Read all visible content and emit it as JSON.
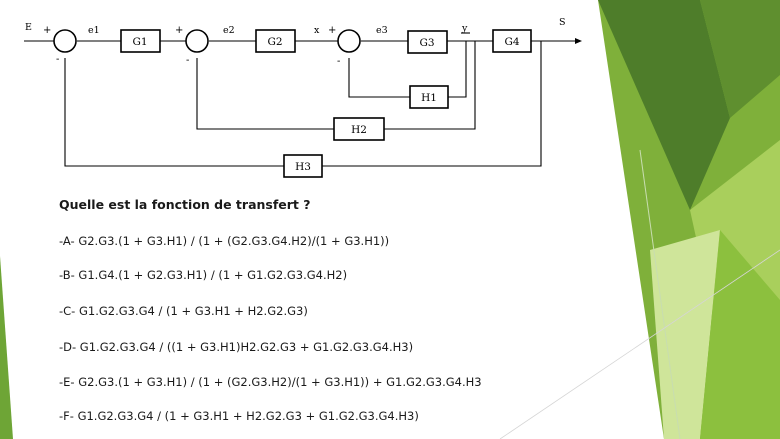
{
  "diagram": {
    "input_label": "E",
    "output_label": "S",
    "signals": {
      "e1": "e1",
      "e2": "e2",
      "x": "x",
      "e3": "e3",
      "y": "y"
    },
    "blocks": {
      "G1": "G1",
      "G2": "G2",
      "G3": "G3",
      "G4": "G4",
      "H1": "H1",
      "H2": "H2",
      "H3": "H3"
    },
    "signs": {
      "plus": "+",
      "minus": "-"
    }
  },
  "question": "Quelle est la fonction de transfert ?",
  "options": [
    "-A- G2.G3.(1 + G3.H1) / (1 + (G2.G3.G4.H2)/(1 + G3.H1))",
    "-B- G1.G4.(1 + G2.G3.H1) / (1 + G1.G2.G3.G4.H2)",
    "-C- G1.G2.G3.G4 / (1 + G3.H1 + H2.G2.G3)",
    "-D- G1.G2.G3.G4 / ((1 + G3.H1)H2.G2.G3 + G1.G2.G3.G4.H3)",
    "-E- G2.G3.(1 + G3.H1) / (1 + (G2.G3.H2)/(1 + G3.H1)) + G1.G2.G3.G4.H3",
    "-F- G1.G2.G3.G4 / (1 + G3.H1 + H2.G2.G3 + G1.G2.G3.G4.H3)"
  ],
  "colors": {
    "green_dark": "#4e7d2a",
    "green_mid": "#7fb03a",
    "green_light": "#a9cf5c",
    "green_pale": "#cfe59a"
  }
}
